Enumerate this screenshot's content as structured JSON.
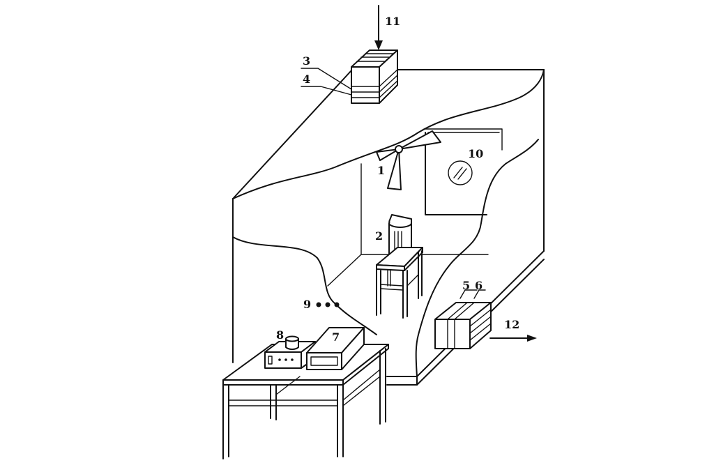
{
  "labels": {
    "fan": "1",
    "sample_holder": "2",
    "inlet_filter_a": "3",
    "inlet_filter_b": "4",
    "outlet_filter_a": "5",
    "outlet_filter_b": "6",
    "instrument_7": "7",
    "instrument_8": "8",
    "sensors": "9",
    "window": "10",
    "air_inlet": "11",
    "air_outlet": "12"
  },
  "colors": {
    "line": "#111111",
    "background": "#ffffff"
  }
}
